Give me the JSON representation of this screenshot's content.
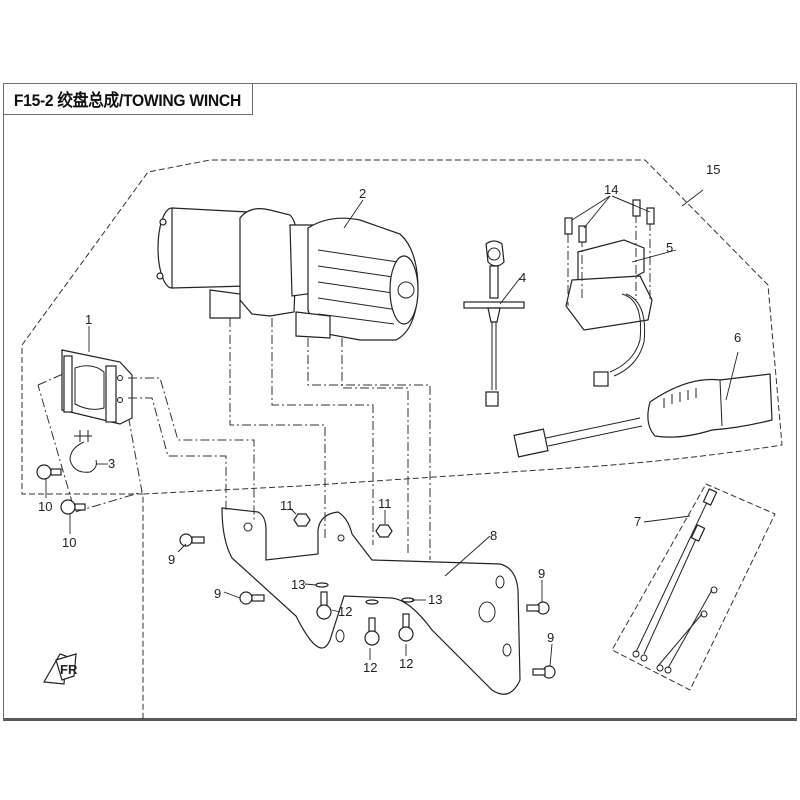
{
  "page": {
    "title": "F15-2 绞盘总成/TOWING WINCH",
    "figure_code": "F15-2"
  },
  "callouts": {
    "c1": "1",
    "c2": "2",
    "c3": "3",
    "c4": "4",
    "c5": "5",
    "c6": "6",
    "c7": "7",
    "c8": "8",
    "c9a": "9",
    "c9b": "9",
    "c9c": "9",
    "c9d": "9",
    "c10a": "10",
    "c10b": "10",
    "c11a": "11",
    "c11b": "11",
    "c12a": "12",
    "c12b": "12",
    "c12c": "12",
    "c13a": "13",
    "c13b": "13",
    "c14": "14",
    "c15": "15"
  },
  "front_indicator": {
    "label": "FR",
    "icon": "front-direction-arrow-icon"
  },
  "colors": {
    "line": "#222222",
    "frame": "#6e6e6e",
    "background": "#ffffff"
  }
}
